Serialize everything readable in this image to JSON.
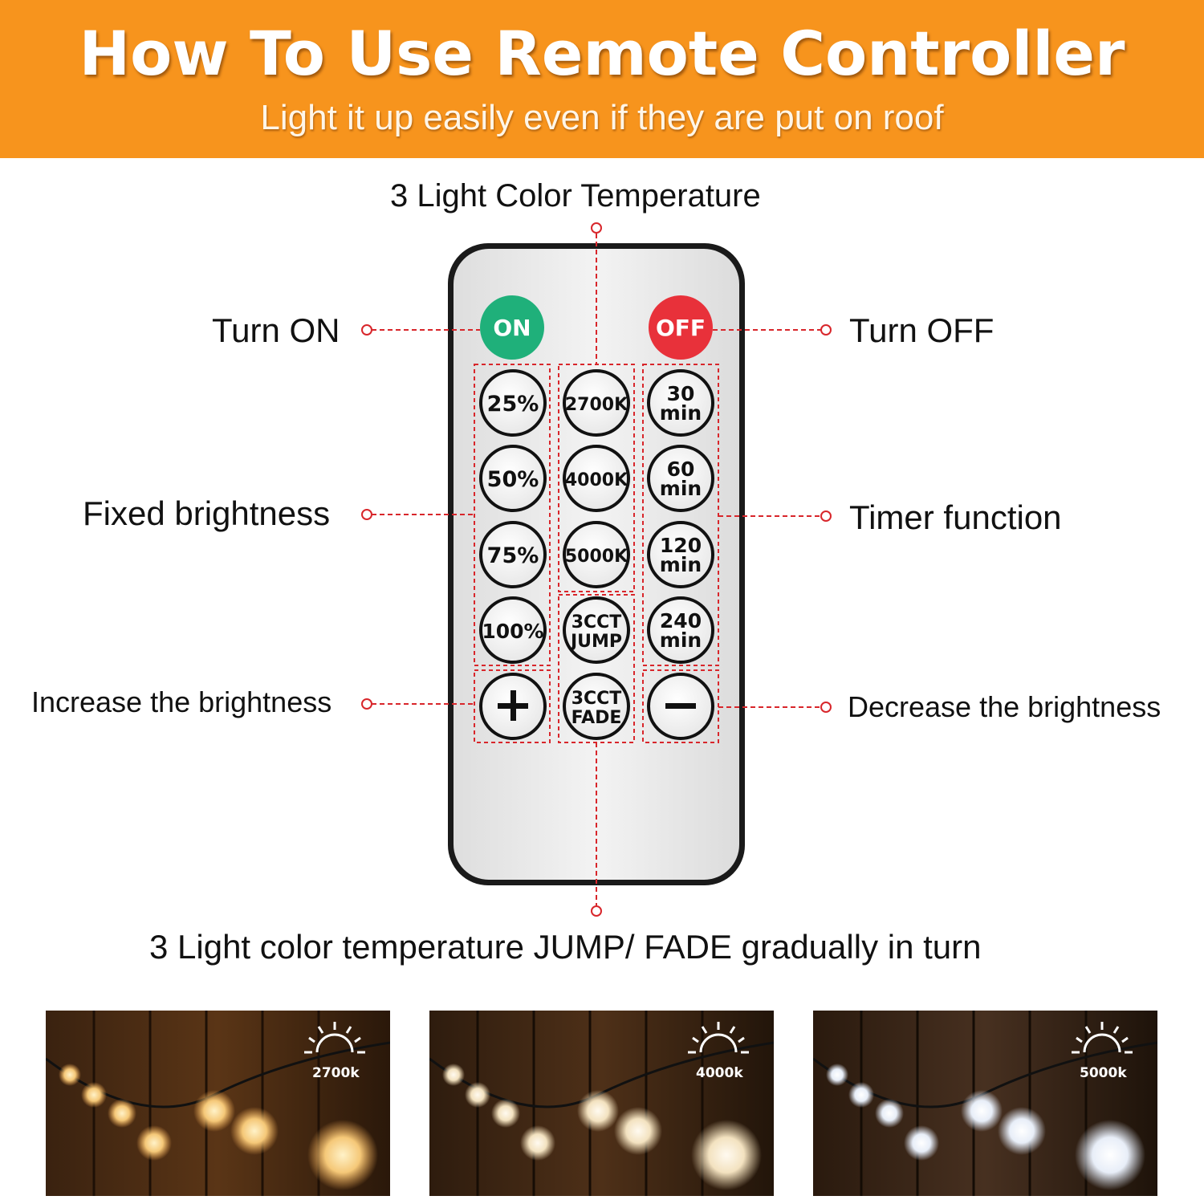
{
  "header": {
    "title": "How To Use Remote Controller",
    "subtitle": "Light it up easily even if they are put on roof",
    "background_color": "#f7941d"
  },
  "labels": {
    "color_temperature": "3 Light Color Temperature",
    "turn_on": "Turn ON",
    "turn_off": "Turn OFF",
    "fixed_brightness": "Fixed brightness",
    "timer_function": "Timer function",
    "increase_brightness": "Increase the brightness",
    "decrease_brightness": "Decrease the brightness",
    "jump_fade": "3 Light color temperature JUMP/ FADE gradually in turn"
  },
  "remote": {
    "on_button": {
      "label": "ON",
      "color": "#1fb07a"
    },
    "off_button": {
      "label": "OFF",
      "color": "#e8313a"
    },
    "brightness_buttons": [
      "25%",
      "50%",
      "75%",
      "100%"
    ],
    "color_buttons": [
      "2700K",
      "4000K",
      "5000K"
    ],
    "jump_button": [
      "3CCT",
      "JUMP"
    ],
    "fade_button": [
      "3CCT",
      "FADE"
    ],
    "timer_buttons": [
      [
        "30",
        "min"
      ],
      [
        "60",
        "min"
      ],
      [
        "120",
        "min"
      ],
      [
        "240",
        "min"
      ]
    ],
    "plus_icon": "plus-icon",
    "minus_icon": "minus-icon",
    "callout_color": "#d8262b"
  },
  "photos": [
    {
      "tag": "2700k",
      "icon": "sun-icon"
    },
    {
      "tag": "4000k",
      "icon": "sun-icon"
    },
    {
      "tag": "5000k",
      "icon": "sun-icon"
    }
  ]
}
